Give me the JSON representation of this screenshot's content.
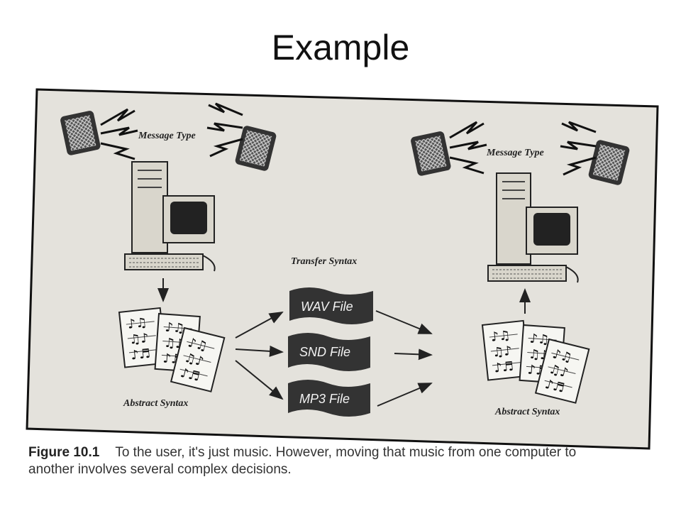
{
  "slide": {
    "title": "Example"
  },
  "figure": {
    "left_message_label": "Message Type",
    "right_message_label": "Message Type",
    "transfer_label": "Transfer Syntax",
    "files": [
      "WAV File",
      "SND File",
      "MP3 File"
    ],
    "left_abstract_label": "Abstract Syntax",
    "right_abstract_label": "Abstract Syntax"
  },
  "caption": {
    "figure_number": "Figure 10.1",
    "text": "To the user, it's just music. However, moving that music from one computer to another involves several complex decisions."
  },
  "colors": {
    "panel_bg": "#e4e2dc",
    "ink": "#222222",
    "file_fill": "#333333"
  }
}
